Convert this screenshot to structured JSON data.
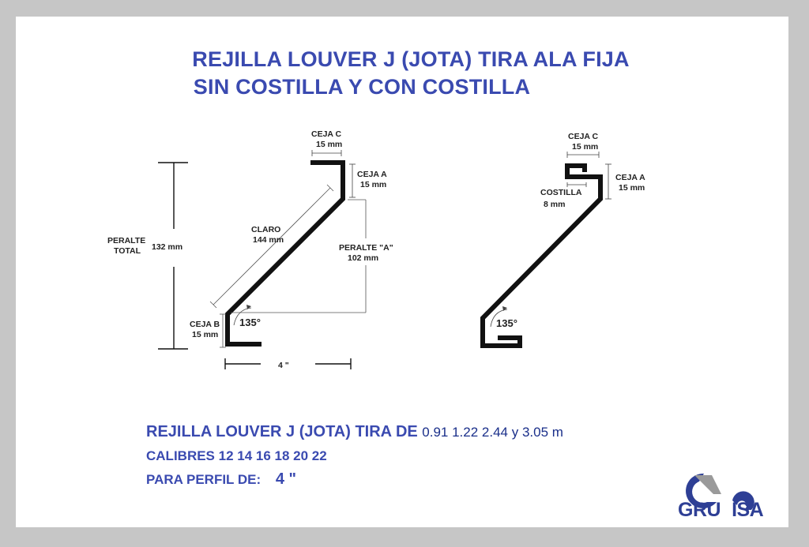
{
  "title": {
    "line1": "REJILLA LOUVER J (JOTA) TIRA ALA FIJA",
    "line2": "SIN COSTILLA Y CON COSTILLA"
  },
  "profile_left": {
    "ceja_c_label": "CEJA C",
    "ceja_c_value": "15 mm",
    "ceja_a_label": "CEJA A",
    "ceja_a_value": "15 mm",
    "claro_label": "CLARO",
    "claro_value": "144 mm",
    "peralte_a_label": "PERALTE \"A\"",
    "peralte_a_value": "102 mm",
    "peralte_total_label_1": "PERALTE",
    "peralte_total_label_2": "TOTAL",
    "peralte_total_value": "132 mm",
    "ceja_b_label": "CEJA B",
    "ceja_b_value": "15 mm",
    "angle": "135°",
    "width": "4 \""
  },
  "profile_right": {
    "ceja_c_label": "CEJA C",
    "ceja_c_value": "15 mm",
    "ceja_a_label": "CEJA A",
    "ceja_a_value": "15 mm",
    "costilla_label": "COSTILLA",
    "costilla_value": "8 mm",
    "angle": "135°"
  },
  "specs": {
    "line1_prefix": "REJILLA LOUVER J (JOTA) TIRA DE",
    "line1_lengths": "0.91  1.22  2.44  y 3.05 m",
    "line2": "CALIBRES  12 14 16 18 20 22",
    "line3_prefix": "PARA PERFIL DE:",
    "line3_size": "4 \""
  },
  "logo": {
    "left": "GRU",
    "right": "ISA"
  },
  "colors": {
    "title_blue": "#3a4ab0",
    "profile_black": "#111111",
    "logo_blue": "#2e3f95"
  }
}
